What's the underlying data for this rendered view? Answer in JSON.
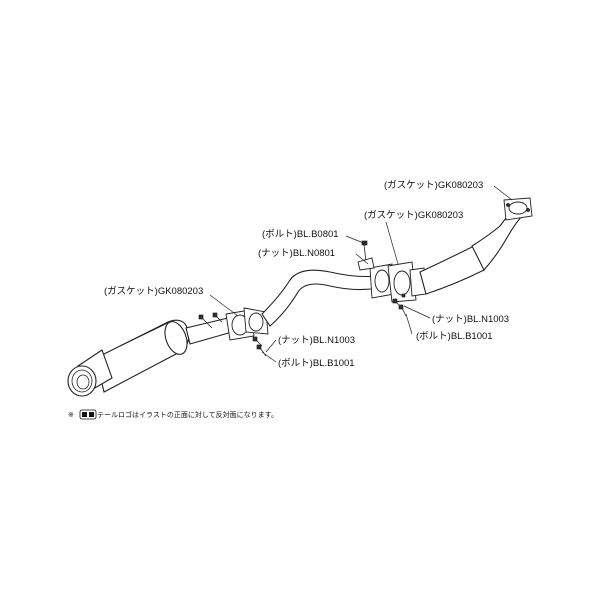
{
  "labels": {
    "gasket_top": "(ガスケット)GK080203",
    "gasket_mid": "(ガスケット)GK080203",
    "bolt_0801": "(ボルト)BL.B0801",
    "nut_0801": "(ナット)BL.N0801",
    "gasket_left": "(ガスケット)GK080203",
    "nut_1003_right": "(ナット)BL.N1003",
    "bolt_1001_right": "(ボルト)BL.B1001",
    "nut_1003_left": "(ナット)BL.N1003",
    "bolt_1001_left": "(ボルト)BL.B1001"
  },
  "note": {
    "mark": "※",
    "text": "テールロゴはイラストの正面に対して反対面になります。"
  },
  "colors": {
    "line": "#222222",
    "background": "#ffffff"
  }
}
